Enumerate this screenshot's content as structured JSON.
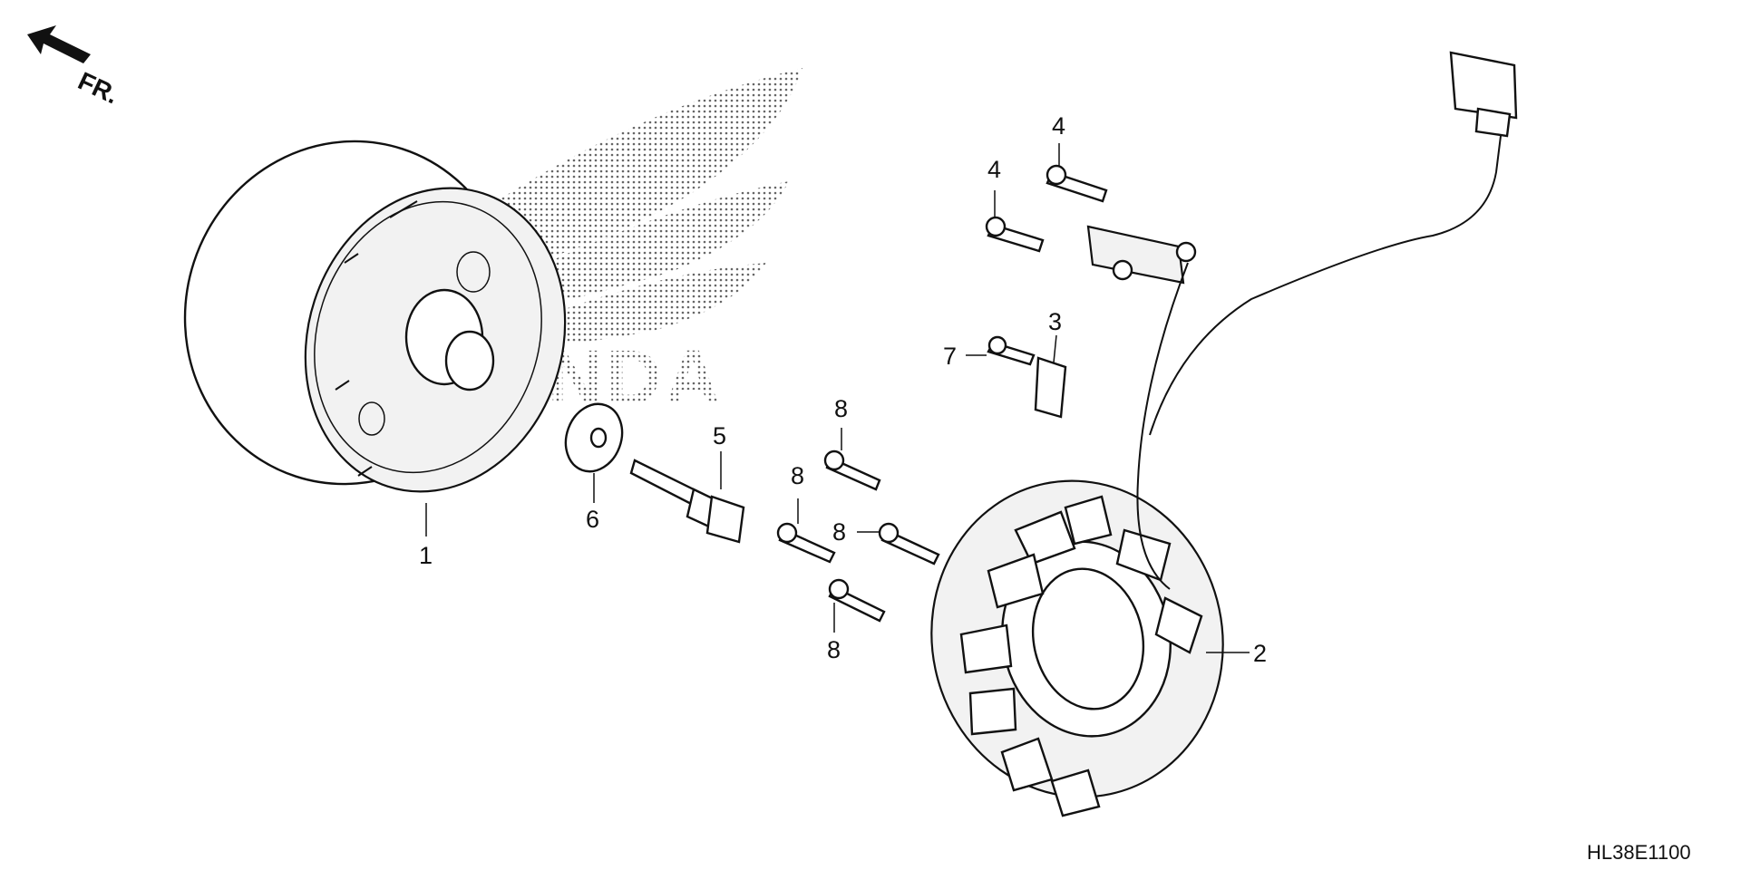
{
  "direction": {
    "label": "FR."
  },
  "watermark": {
    "text": "HONDA"
  },
  "diagram_code": "HL38E1100",
  "callouts": {
    "flywheel": "1",
    "stator": "2",
    "clip": "3",
    "bolt_upper": "4",
    "bolt_lower": "4",
    "flange_bolt": "5",
    "washer": "6",
    "clip_bolt": "7",
    "stator_bolt_a": "8",
    "stator_bolt_b": "8",
    "stator_bolt_c": "8",
    "stator_bolt_d": "8"
  }
}
